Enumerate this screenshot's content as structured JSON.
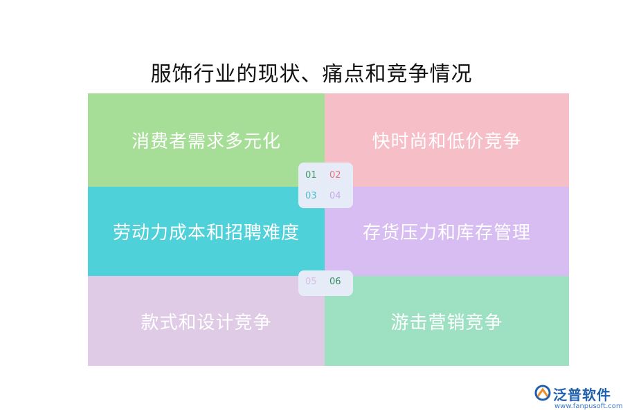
{
  "title": "服饰行业的现状、痛点和竞争情况",
  "tiles": [
    {
      "label": "消费者需求多元化",
      "number": "01"
    },
    {
      "label": "快时尚和低价竞争",
      "number": "02"
    },
    {
      "label": "劳动力成本和招聘难度",
      "number": "03"
    },
    {
      "label": "存货压力和库存管理",
      "number": "04"
    },
    {
      "label": "款式和设计竞争",
      "number": "05"
    },
    {
      "label": "游击营销竞争",
      "number": "06"
    }
  ],
  "logo": {
    "name": "泛普软件",
    "url": "www.fanpusoft.com"
  },
  "colors": {
    "tile1": "#a7de97",
    "tile2": "#f6bfc7",
    "tile3": "#4fd1da",
    "tile4": "#d7bdf2",
    "tile5": "#e0cbe6",
    "tile6": "#9de0c2",
    "badge_bg": "#e6ecf7",
    "logo_blue": "#1f5fae"
  }
}
